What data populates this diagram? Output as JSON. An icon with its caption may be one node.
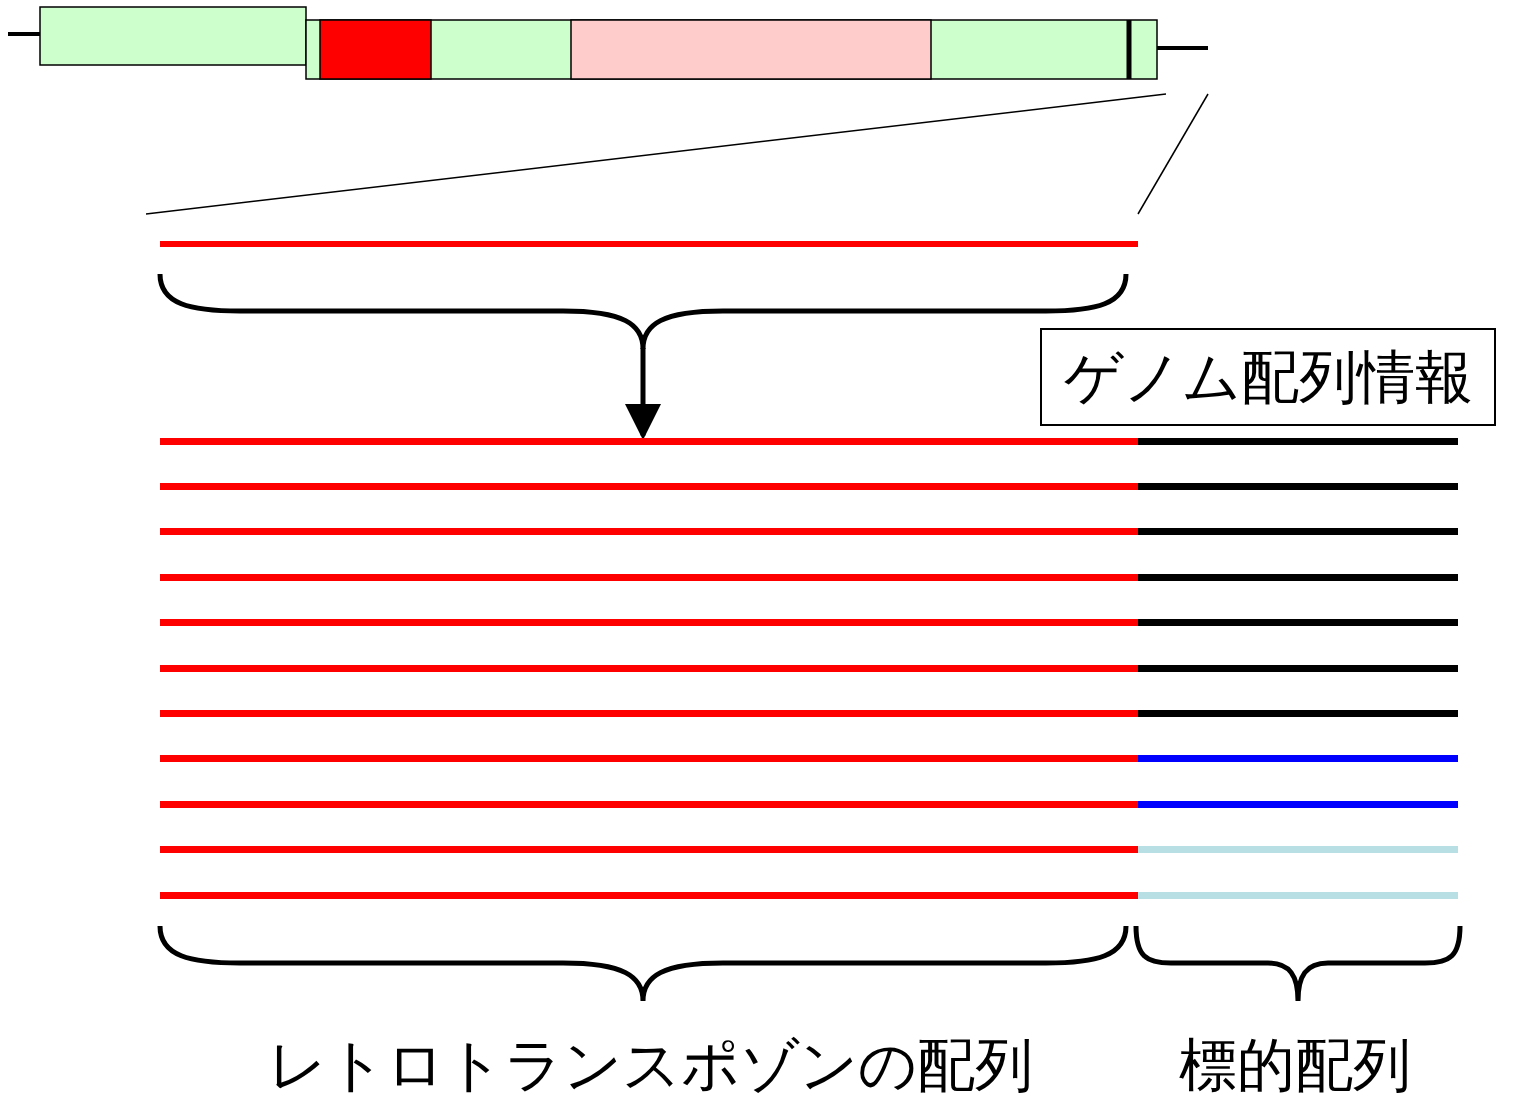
{
  "diagram": {
    "nodes": [
      {
        "text": [],
        "shape": "bar"
      },
      {
        "text": [
          "ゲノム配列情報"
        ]
      },
      {
        "text": [],
        "shape": "bar"
      },
      {
        "text": [],
        "shape": "bar"
      },
      {
        "text": [],
        "shape": "bar"
      },
      {
        "text": [],
        "shape": "bar"
      },
      {
        "text": [],
        "shape": "bar"
      },
      {
        "text": [],
        "shape": "bar"
      },
      {
        "text": [],
        "shape": "bar"
      },
      {
        "text": [],
        "shape": "bar"
      },
      {
        "text": [],
        "shape": "bar"
      },
      {
        "text": [],
        "shape": "bar"
      },
      {
        "text": [],
        "shape": "bar"
      }
    ],
    "edges": [
      {
        "from": 0,
        "to": 2,
        "arrow": "to"
      }
    ],
    "labels": [
      "レトロトランスポゾンの配列",
      "標的配列"
    ]
  }
}
